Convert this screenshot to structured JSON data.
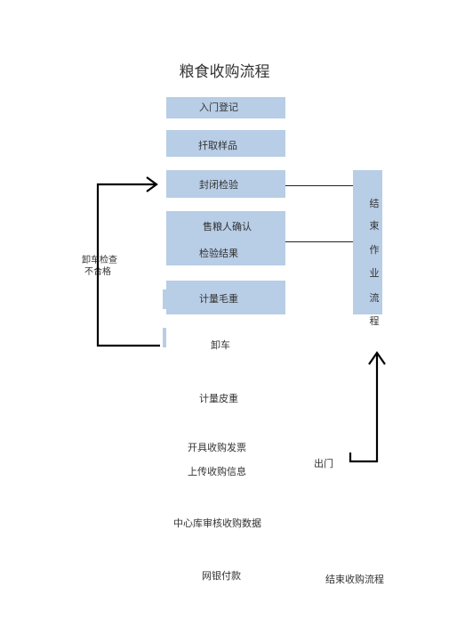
{
  "title": "粮食收购流程",
  "steps": {
    "entry": "入门登记",
    "sample": "扦取样品",
    "sealed": "封闭检验",
    "seller_confirm": "售粮人确认",
    "result": "检验结果",
    "gross": "计量毛重",
    "unload": "卸车",
    "tare": "计量皮重",
    "invoice": "开具收购发票",
    "upload": "上传收购信息",
    "audit": "中心库审核收购数据",
    "payment": "网银付款"
  },
  "side": {
    "fail_line1": "卸车检查",
    "fail_line2": "不合格",
    "end_vertical": [
      "结",
      "束",
      "作",
      "业",
      "流",
      "程"
    ],
    "exit": "出门",
    "end_final": "结束收购流程"
  },
  "colors": {
    "box_fill": "#b8cde6",
    "arrow": "#000000"
  }
}
